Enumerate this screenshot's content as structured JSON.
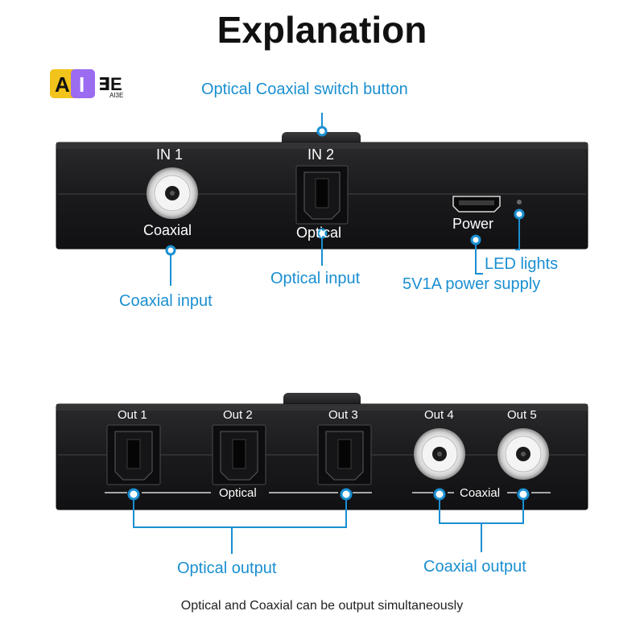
{
  "title": "Explanation",
  "logo": {
    "mark_a": "A",
    "mark_i": "I",
    "mark_e": "∃E",
    "sub": "AI3E",
    "colors": {
      "yellow": "#f2c31a",
      "purple": "#9b6cf0"
    }
  },
  "top_panel": {
    "in1": "IN 1",
    "in2": "IN 2",
    "coaxial": "Coaxial",
    "optical": "Optical",
    "power": "Power"
  },
  "callouts": {
    "switch_button": "Optical  Coaxial switch button",
    "coaxial_input": "Coaxial input",
    "optical_input": "Optical  input",
    "led_lights": "LED lights",
    "power_supply": "5V1A power supply",
    "optical_output": "Optical output",
    "coaxial_output": "Coaxial output"
  },
  "bottom_panel": {
    "out1": "Out 1",
    "out2": "Out 2",
    "out3": "Out 3",
    "out4": "Out 4",
    "out5": "Out 5",
    "optical": "Optical",
    "coaxial": "Coaxial"
  },
  "caption": "Optical and Coaxial can be output simultaneously",
  "colors": {
    "accent": "#1a8fd1",
    "device": "#1c1c1e"
  }
}
